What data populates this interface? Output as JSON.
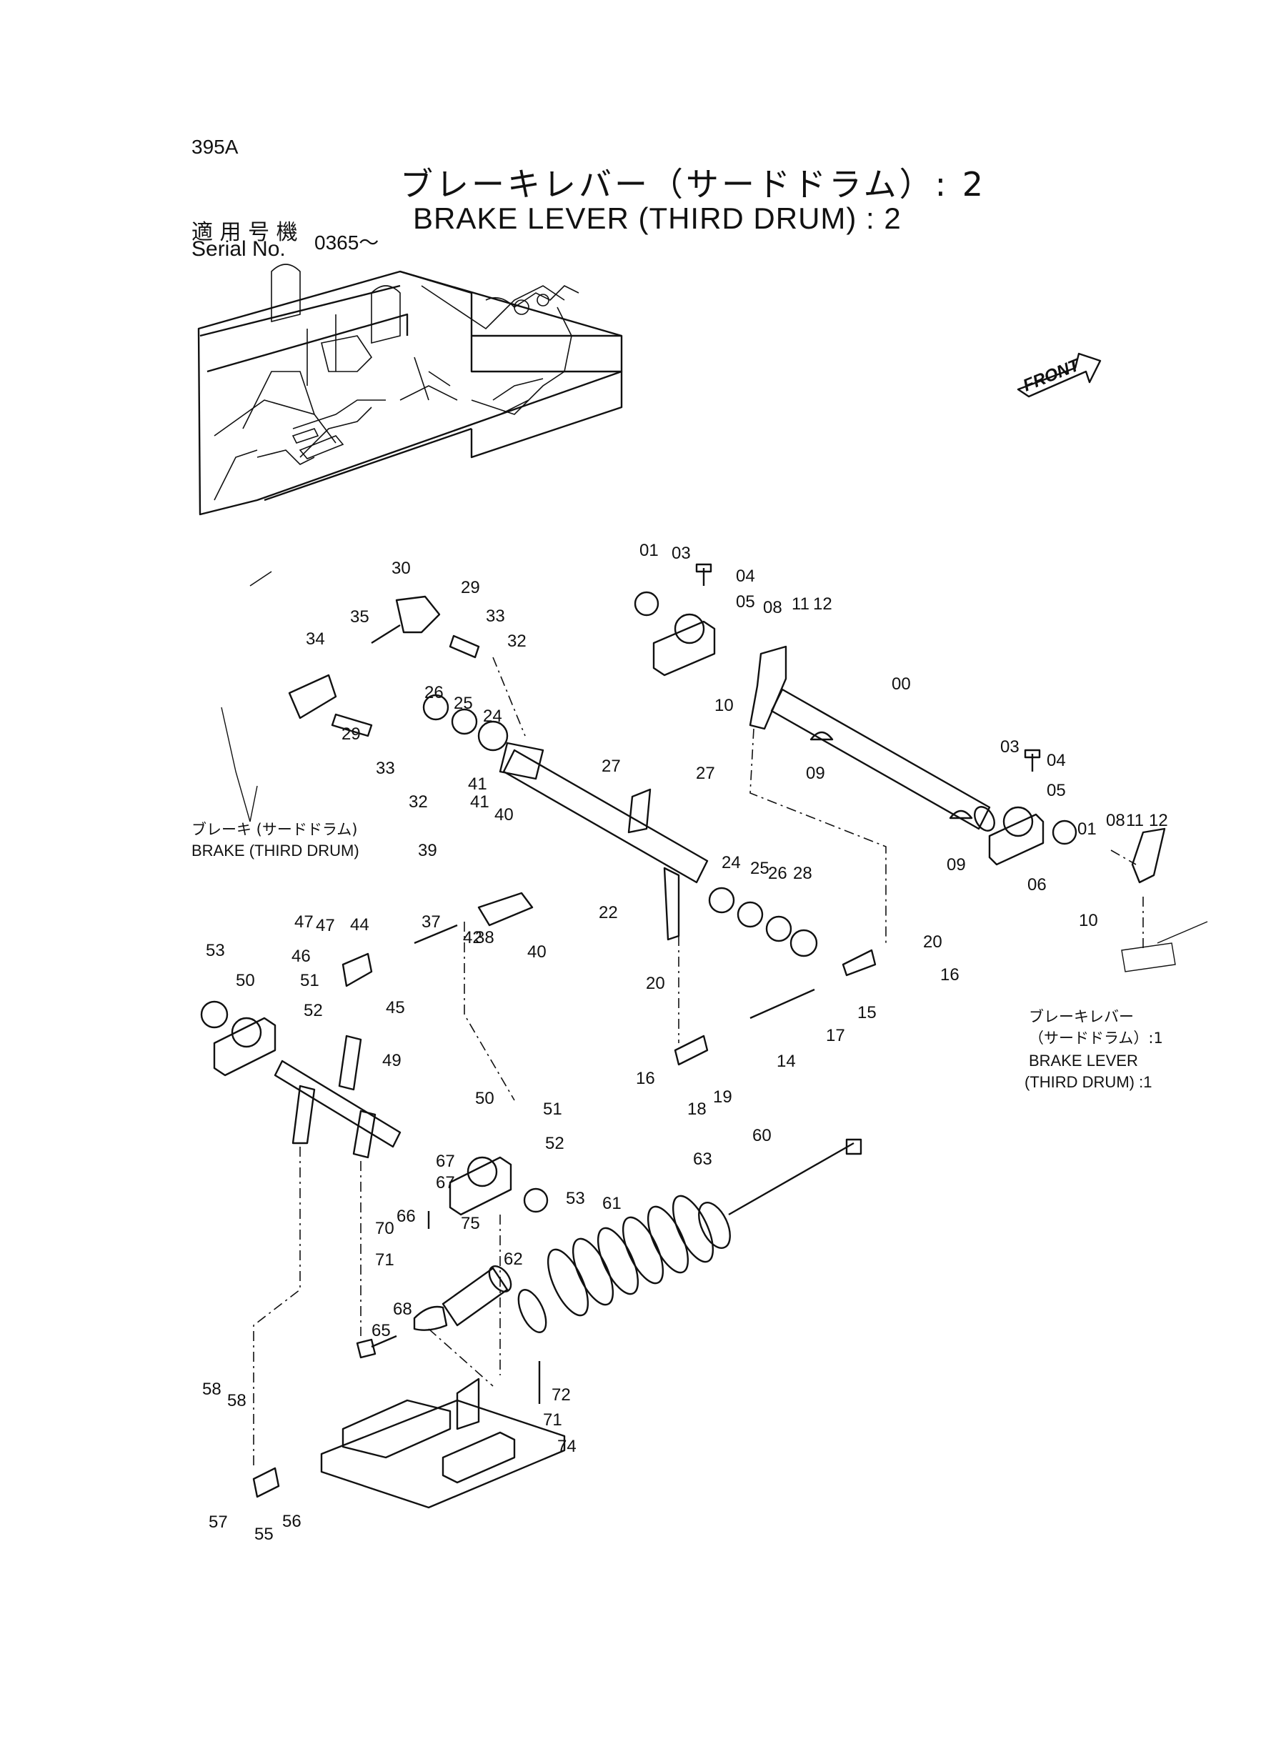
{
  "header": {
    "page_code": "395A",
    "title_jp": "ブレーキレバー（サードドラム）: 2",
    "title_en": "BRAKE LEVER (THIRD DRUM) : 2",
    "serial_label_jp": "適 用 号 機",
    "serial_label_en": "Serial No.",
    "serial_value": "0365～"
  },
  "front_marker": {
    "label": "FRONT"
  },
  "callouts": {
    "brake_third_drum_jp": "ブレーキ (サードドラム)",
    "brake_third_drum_en": "BRAKE  (THIRD DRUM)",
    "brake_lever_1_jp_a": "ブレーキレバー",
    "brake_lever_1_jp_b": "（サードドラム）:1",
    "brake_lever_1_en_a": "BRAKE LEVER",
    "brake_lever_1_en_b": "(THIRD DRUM) :1"
  },
  "part_numbers": [
    "00",
    "01",
    "03",
    "04",
    "05",
    "06",
    "08",
    "09",
    "10",
    "11",
    "12",
    "14",
    "15",
    "16",
    "17",
    "18",
    "19",
    "20",
    "22",
    "24",
    "25",
    "26",
    "27",
    "28",
    "29",
    "30",
    "32",
    "33",
    "34",
    "35",
    "37",
    "38",
    "39",
    "40",
    "41",
    "42",
    "44",
    "45",
    "46",
    "47",
    "49",
    "50",
    "51",
    "52",
    "53",
    "55",
    "56",
    "57",
    "58",
    "60",
    "61",
    "62",
    "63",
    "65",
    "66",
    "67",
    "68",
    "70",
    "71",
    "72",
    "74",
    "75"
  ]
}
